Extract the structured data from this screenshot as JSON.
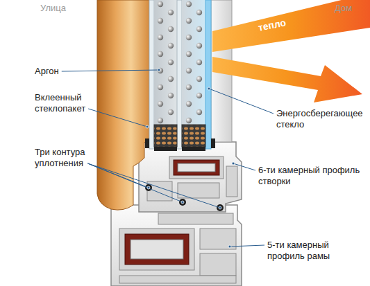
{
  "diagram": {
    "labels": [
      "Улица",
      "Дом",
      "тепло",
      "Аргон",
      "Вклеенный стеклопакет",
      "Энергосберегающее стекло",
      "Три контура уплотнения",
      "6-ти камерный профиль створки",
      "5-ти камерный профиль рамы"
    ]
  }
}
